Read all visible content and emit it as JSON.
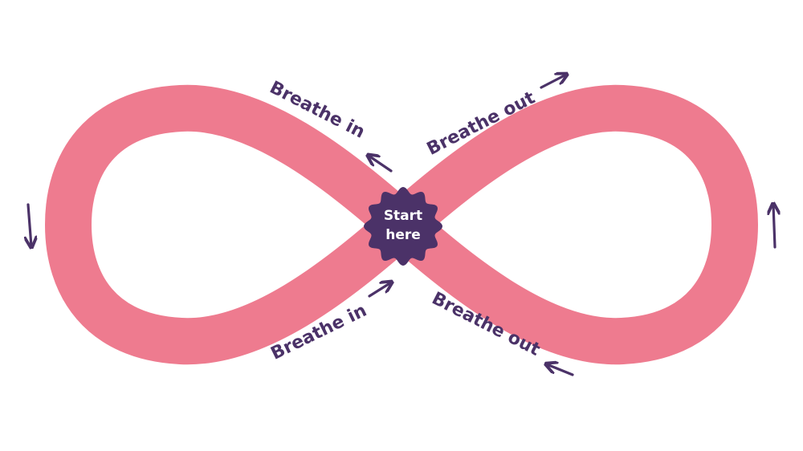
{
  "colors": {
    "loop": "#ee7b8f",
    "accent": "#4b3268",
    "badge_text": "#ffffff",
    "background": "#ffffff"
  },
  "center": {
    "line1": "Start",
    "line2": "here"
  },
  "labels": {
    "breathe_in_upper": "Breathe in",
    "breathe_in_lower": "Breathe in",
    "breathe_out_upper": "Breathe out",
    "breathe_out_lower": "Breathe out"
  },
  "icons": {
    "arrow": "arrow-icon",
    "badge": "scalloped-badge"
  }
}
